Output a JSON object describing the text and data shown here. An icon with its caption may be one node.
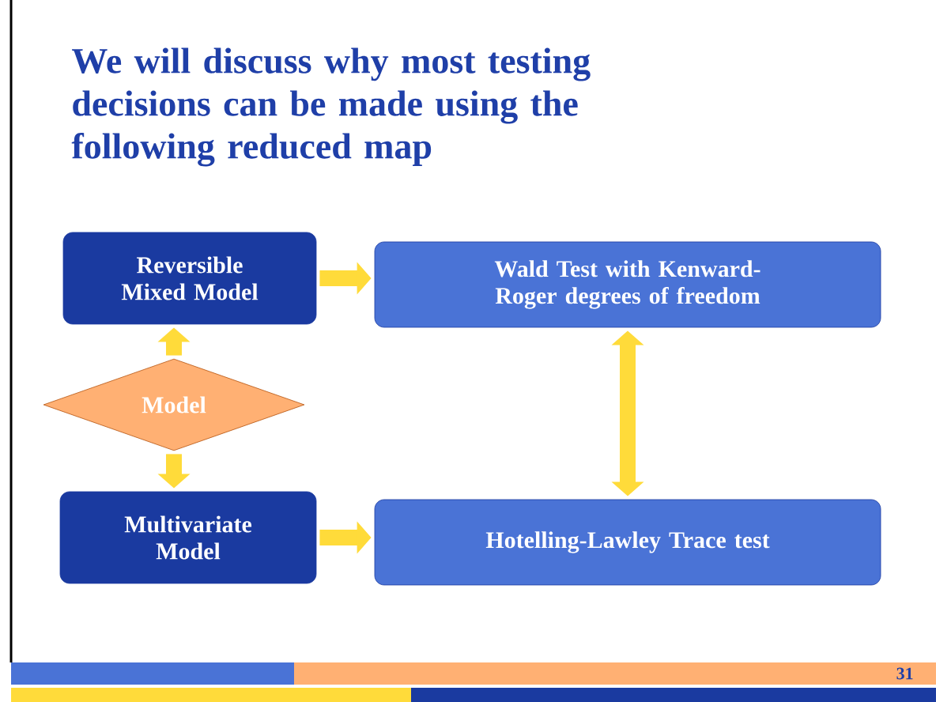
{
  "diagram": {
    "title": "We will discuss why most testing decisions can be made using the following reduced map",
    "nodes": [
      {
        "text": [
          "Reversible Mixed Model"
        ]
      },
      {
        "text": [
          "Wald Test with Kenward-Roger degrees of freedom"
        ]
      },
      {
        "text": [
          "Model"
        ]
      },
      {
        "text": [
          "Multivariate Model"
        ]
      },
      {
        "text": [
          "Hotelling-Lawley Trace test"
        ]
      }
    ],
    "edges": [
      {
        "from": 0,
        "to": 1,
        "arrow": "to"
      },
      {
        "from": 2,
        "to": 0,
        "arrow": "to"
      },
      {
        "from": 2,
        "to": 3,
        "arrow": "to"
      },
      {
        "from": 1,
        "to": 4,
        "arrow": "both"
      },
      {
        "from": 3,
        "to": 4,
        "arrow": "to"
      }
    ],
    "labels": [
      "31"
    ]
  }
}
